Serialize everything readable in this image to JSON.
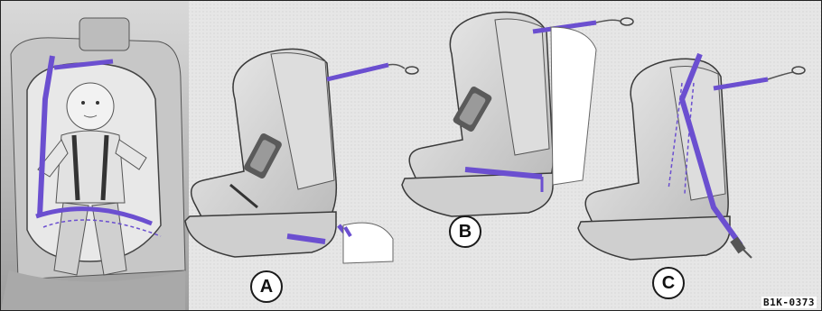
{
  "illustration": {
    "panels": [
      {
        "label": "A"
      },
      {
        "label": "B"
      },
      {
        "label": "C"
      }
    ],
    "figure_code": "B1K-0373",
    "colors": {
      "belt": "#6b4fd0",
      "seat_shell": "#d6d6d6",
      "seat_shadow": "#9a9a9a",
      "outline": "#3a3a3a",
      "panel_bg": "#f2f2f2",
      "photo_bg": "#bdbdbd"
    }
  }
}
